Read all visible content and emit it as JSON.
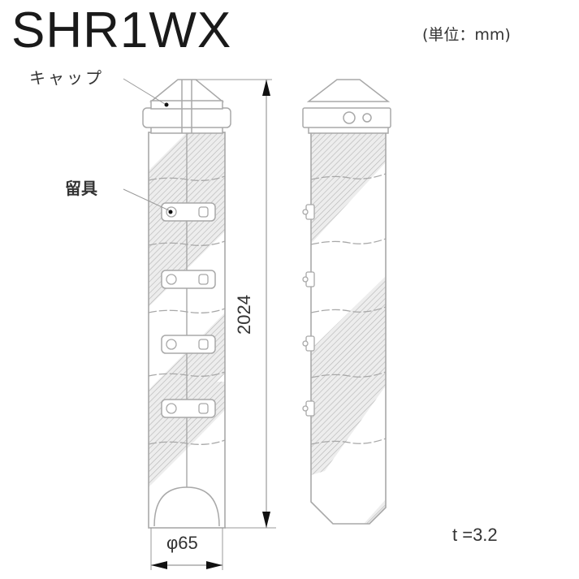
{
  "title": "SHR1WX",
  "unit_label": "(単位：mm)",
  "callouts": {
    "cap": "キャップ",
    "clip": "留具"
  },
  "dimensions": {
    "length": "2024",
    "diameter": "φ65",
    "thickness": "t =3.2"
  },
  "colors": {
    "line": "#a8a8a8",
    "hatch": "#b5b5b5",
    "hatch_fill": "#ededed",
    "dimension": "#888888",
    "arrow": "#111111",
    "text": "#333333"
  },
  "views": [
    {
      "name": "front-view",
      "clips": 4
    },
    {
      "name": "side-view",
      "tabs": 4
    }
  ]
}
